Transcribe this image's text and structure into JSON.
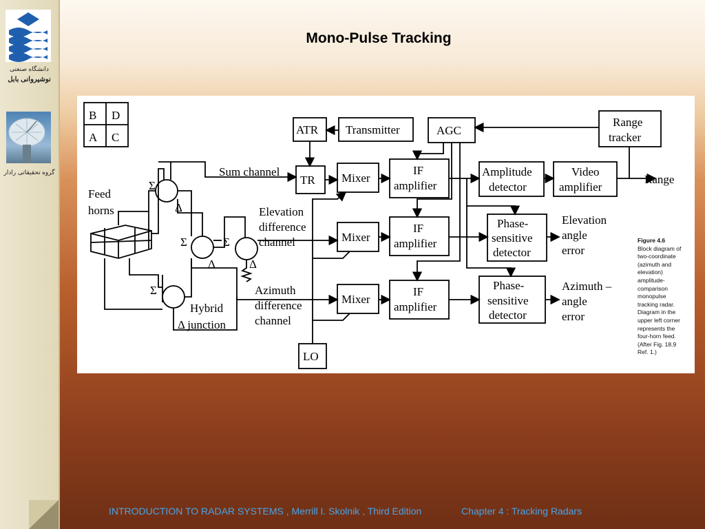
{
  "slide": {
    "title": "Mono-Pulse Tracking",
    "footer_left": "INTRODUCTION  TO  RADAR  SYSTEMS , Merrill I. Skolnik , Third Edition",
    "footer_right": "Chapter 4 :   Tracking Radars"
  },
  "sidebar": {
    "logo_line1": "دانشگاه صنعتی",
    "logo_line2": "نوشیروانی بابل",
    "photo_caption": "گروه تحقیقاتی رادار"
  },
  "figure": {
    "horn_grid": [
      "B",
      "D",
      "A",
      "C"
    ],
    "feed_label_1": "Feed",
    "feed_label_2": "horns",
    "sigma": "Σ",
    "delta": "Δ",
    "sum_channel": "Sum channel",
    "elev_line1": "Elevation",
    "elev_line2": "difference",
    "elev_line3": "channel",
    "azim_line1": "Azimuth",
    "azim_line2": "difference",
    "azim_line3": "channel",
    "hybrid_line1": "Hybrid",
    "hybrid_line2": "Δ junction",
    "atr": "ATR",
    "transmitter": "Transmitter",
    "agc": "AGC",
    "range_tracker_1": "Range",
    "range_tracker_2": "tracker",
    "tr": "TR",
    "mixer": "Mixer",
    "if_1": "IF",
    "if_2": "amplifier",
    "amp_det_1": "Amplitude",
    "amp_det_2": "detector",
    "video_amp_1": "Video",
    "video_amp_2": "amplifier",
    "range_out": "Range",
    "psd_1": "Phase-",
    "psd_2": "sensitive",
    "psd_3": "detector",
    "elev_err_1": "Elevation",
    "elev_err_2": "angle",
    "elev_err_3": "error",
    "azim_err_1": "Azimuth –",
    "azim_err_2": "angle",
    "azim_err_3": "error",
    "lo": "LO",
    "caption_title": "Figure 4.6",
    "caption_body": "Block diagram of two-coordinate (azimuth and elevation) amplitude-comparison monopulse tracking radar. Diagram in the upper left corner represents the four-horn feed. (After Fig. 18.9 Ref. 1.)"
  },
  "colors": {
    "footer_text": "#4aa3e6",
    "logo_blue": "#1f5fae"
  }
}
